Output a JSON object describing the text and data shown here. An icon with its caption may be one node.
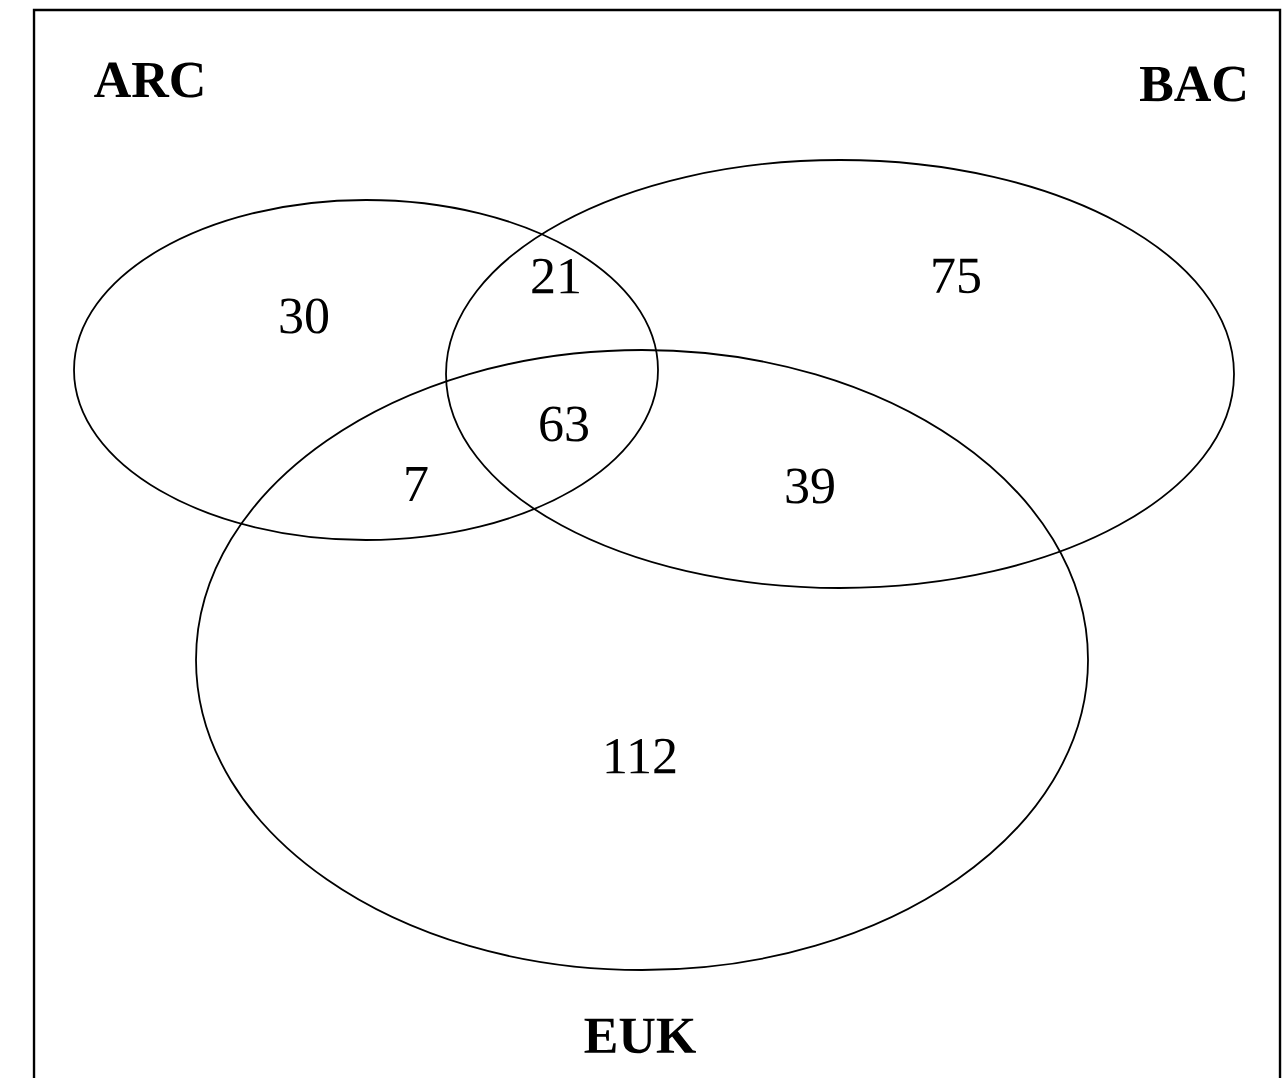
{
  "diagram": {
    "nodes": [
      {
        "text": [
          "ARC"
        ]
      },
      {
        "text": [
          "BAC"
        ]
      },
      {
        "text": [
          "EUK"
        ]
      }
    ],
    "labels": [
      "30",
      "21",
      "75",
      "63",
      "7",
      "39",
      "112"
    ]
  }
}
